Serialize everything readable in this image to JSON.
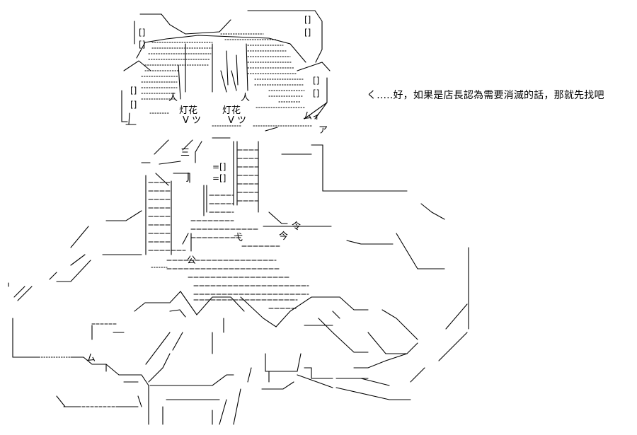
{
  "caption": "く.....好，如果是店長認為需要消滅的話，那就先找吧",
  "ascii_glyphs": {
    "dengua_left": "灯花",
    "dengua_right": "灯花",
    "ren_left": "人",
    "ren_right": "人",
    "vtsu_left": "V ツ",
    "vtsu_right": "V ツ",
    "a": "ア",
    "mu": "ムィ",
    "ling": "令",
    "jin": "今",
    "gong": "公",
    "yi": "弋",
    "j": "J",
    "san": "三",
    "mu2": "ム",
    "wedge": "ヘ",
    "er": "=[]",
    "yi_brackets": "[]"
  },
  "colors": {
    "ink": "#000000",
    "background": "#ffffff"
  }
}
